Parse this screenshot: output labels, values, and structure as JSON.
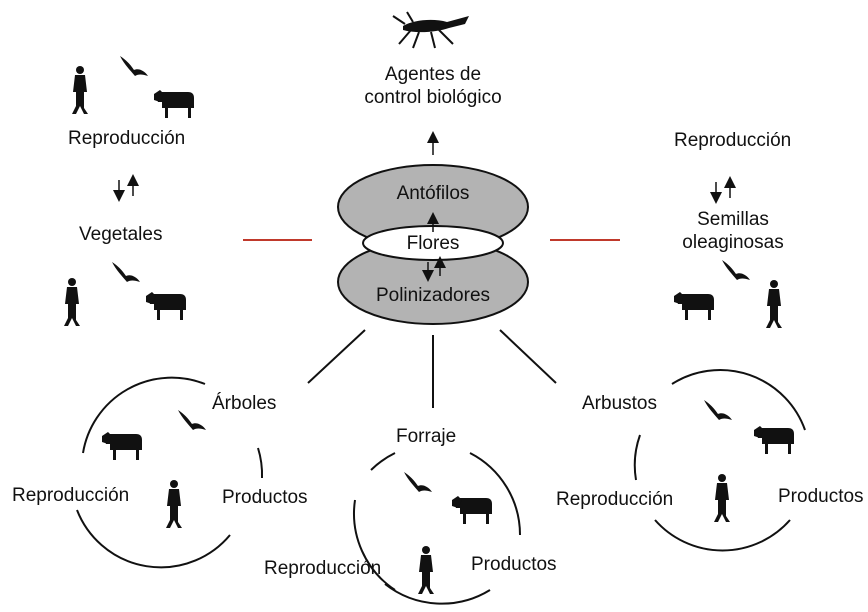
{
  "center": {
    "top_label": "Antófilos",
    "middle_label": "Flores",
    "bottom_label": "Polinizadores"
  },
  "top": {
    "title_line1": "Agentes de",
    "title_line2": "control biológico",
    "icon": "insect-icon"
  },
  "left_group": {
    "reproduction": "Reproducción",
    "main": "Vegetales",
    "icons": [
      "person-icon",
      "bird-icon",
      "cow-icon"
    ]
  },
  "right_group": {
    "reproduction": "Reproducción",
    "main_line1": "Semillas",
    "main_line2": "oleaginosas",
    "icons": [
      "cow-icon",
      "bird-icon",
      "person-icon"
    ]
  },
  "cycles": [
    {
      "title": "Árboles",
      "left": "Reproducción",
      "right": "Productos"
    },
    {
      "title": "Forraje",
      "left": "Reproducción",
      "right": "Productos"
    },
    {
      "title": "Arbustos",
      "left": "Reproducción",
      "right": "Productos"
    }
  ],
  "colors": {
    "ellipse_fill": "#b3b3b3",
    "connector_red": "#c0392b",
    "ink": "#111111"
  }
}
